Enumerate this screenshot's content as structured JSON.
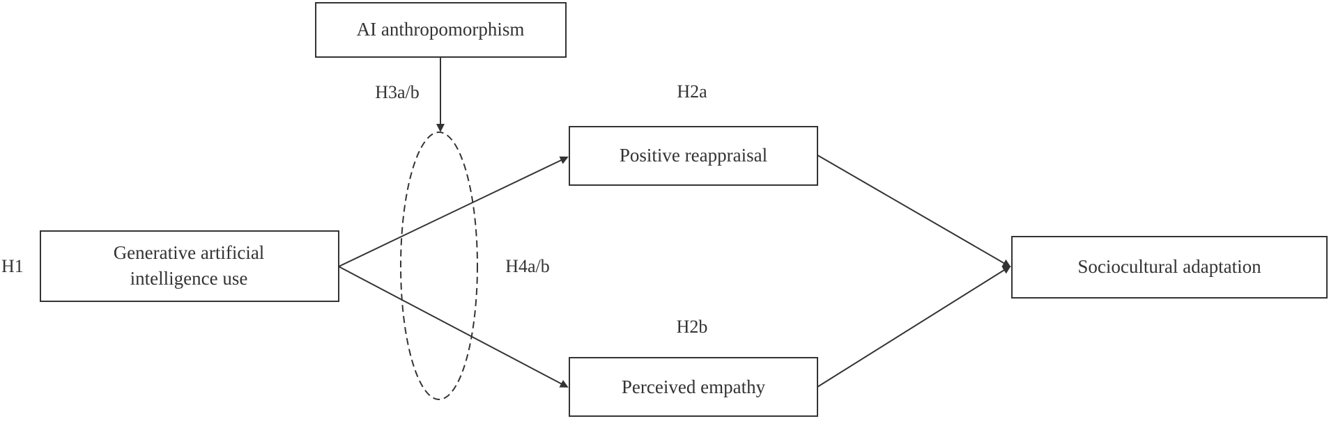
{
  "nodes": {
    "ai_anthropomorphism": "AI anthropomorphism",
    "positive_reappraisal": "Positive reappraisal",
    "gai_use_line1": "Generative artificial",
    "gai_use_line2": "intelligence use",
    "sociocultural_adaptation": "Sociocultural adaptation",
    "perceived_empathy": "Perceived empathy"
  },
  "hypotheses": {
    "h1": "H1",
    "h2a": "H2a",
    "h2b": "H2b",
    "h3": "H3a/b",
    "h4": "H4a/b"
  }
}
